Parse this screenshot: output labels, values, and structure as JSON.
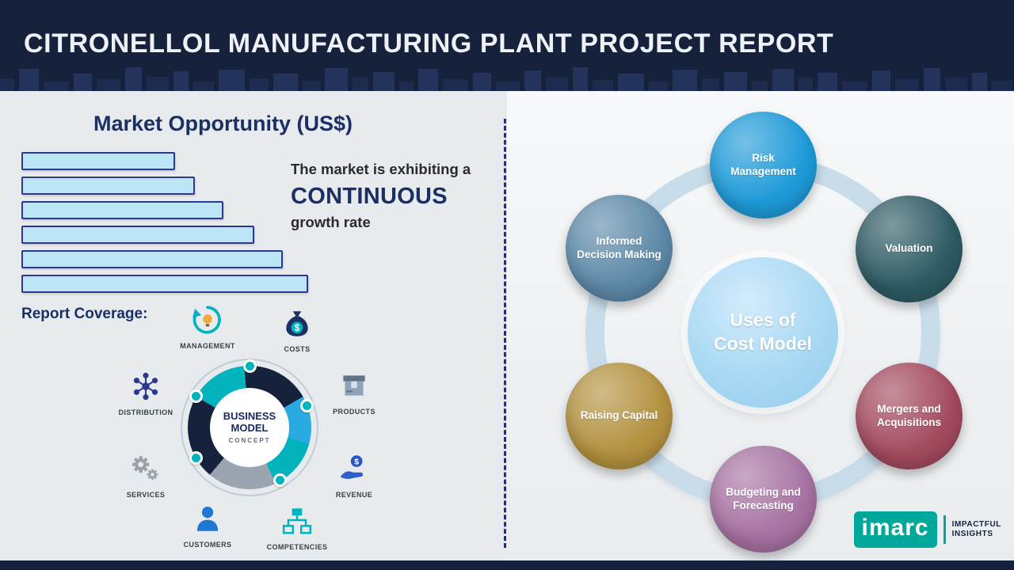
{
  "header": {
    "title": "CITRONELLOL MANUFACTURING PLANT PROJECT REPORT"
  },
  "left_panel": {
    "section_title": "Market Opportunity (US$)",
    "growth": {
      "line1": "The market is exhibiting a",
      "line2": "CONTINUOUS",
      "line3": "growth rate"
    },
    "coverage_label": "Report Coverage:",
    "business_model": {
      "center_title_line1": "BUSINESS",
      "center_title_line2": "MODEL",
      "center_title_line3": "CONCEPT",
      "items": [
        {
          "label": "MANAGEMENT",
          "icon": "recycle-idea-icon"
        },
        {
          "label": "COSTS",
          "icon": "money-bag-icon"
        },
        {
          "label": "DISTRIBUTION",
          "icon": "network-icon"
        },
        {
          "label": "PRODUCTS",
          "icon": "package-box-icon"
        },
        {
          "label": "SERVICES",
          "icon": "gears-icon"
        },
        {
          "label": "REVENUE",
          "icon": "hand-coin-icon"
        },
        {
          "label": "CUSTOMERS",
          "icon": "person-icon"
        },
        {
          "label": "COMPETENCIES",
          "icon": "org-chart-icon"
        }
      ]
    }
  },
  "chart_data": {
    "type": "bar",
    "orientation": "horizontal",
    "title": "Market Opportunity (US$)",
    "categories": [
      "bar-1",
      "bar-2",
      "bar-3",
      "bar-4",
      "bar-5",
      "bar-6"
    ],
    "values": [
      53,
      60,
      70,
      81,
      91,
      100
    ],
    "value_unit": "relative-length-percent (no axis labels shown)",
    "xlabel": "",
    "ylabel": "",
    "grid": false,
    "legend": false,
    "bar_fill": "#bce6f5",
    "bar_border": "#2b3990"
  },
  "right_panel": {
    "center_label": "Uses of Cost Model",
    "nodes": [
      {
        "label": "Risk Management",
        "color": "#1e9ad8"
      },
      {
        "label": "Valuation",
        "color": "#2e5a63"
      },
      {
        "label": "Mergers and Acquisitions",
        "color": "#a34a5e"
      },
      {
        "label": "Budgeting and Forecasting",
        "color": "#a672a2"
      },
      {
        "label": "Raising Capital",
        "color": "#b3913f"
      },
      {
        "label": "Informed Decision Making",
        "color": "#5d89a8"
      }
    ]
  },
  "logo": {
    "brand": "imarc",
    "tagline_line1": "IMPACTFUL",
    "tagline_line2": "INSIGHTS",
    "brand_color": "#00a79b"
  },
  "colors": {
    "header_bg": "#16213c",
    "accent_navy": "#1b2f63",
    "accent_teal": "#00b3bc",
    "ring_gray_blue": "#c9dcea"
  }
}
